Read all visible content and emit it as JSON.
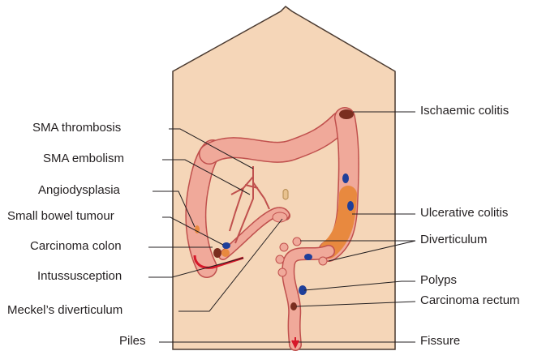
{
  "labels_left": {
    "sma_thrombosis": "SMA thrombosis",
    "sma_embolism": "SMA embolism",
    "angiodysplasia": "Angiodysplasia",
    "small_bowel_tumour": "Small bowel tumour",
    "carcinoma_colon": "Carcinoma colon",
    "intussusception": "Intussusception",
    "meckels_diverticulum": "Meckel’s diverticulum",
    "piles": "Piles"
  },
  "labels_right": {
    "ischaemic_colitis": "Ischaemic colitis",
    "ulcerative_colitis": "Ulcerative colitis",
    "diverticulum": "Diverticulum",
    "polyps": "Polyps",
    "carcinoma_rectum": "Carcinoma rectum",
    "fissure": "Fissure"
  },
  "colors": {
    "torso": "#f5d6b8",
    "colon": "#f0a99a",
    "colon_edge": "#c0504d",
    "inflamed": "#e8893f",
    "lesion_blue": "#1f3f9a",
    "lesion_dark": "#7a2e1f",
    "bleed_red": "#d7182a",
    "leader": "#231f20"
  }
}
